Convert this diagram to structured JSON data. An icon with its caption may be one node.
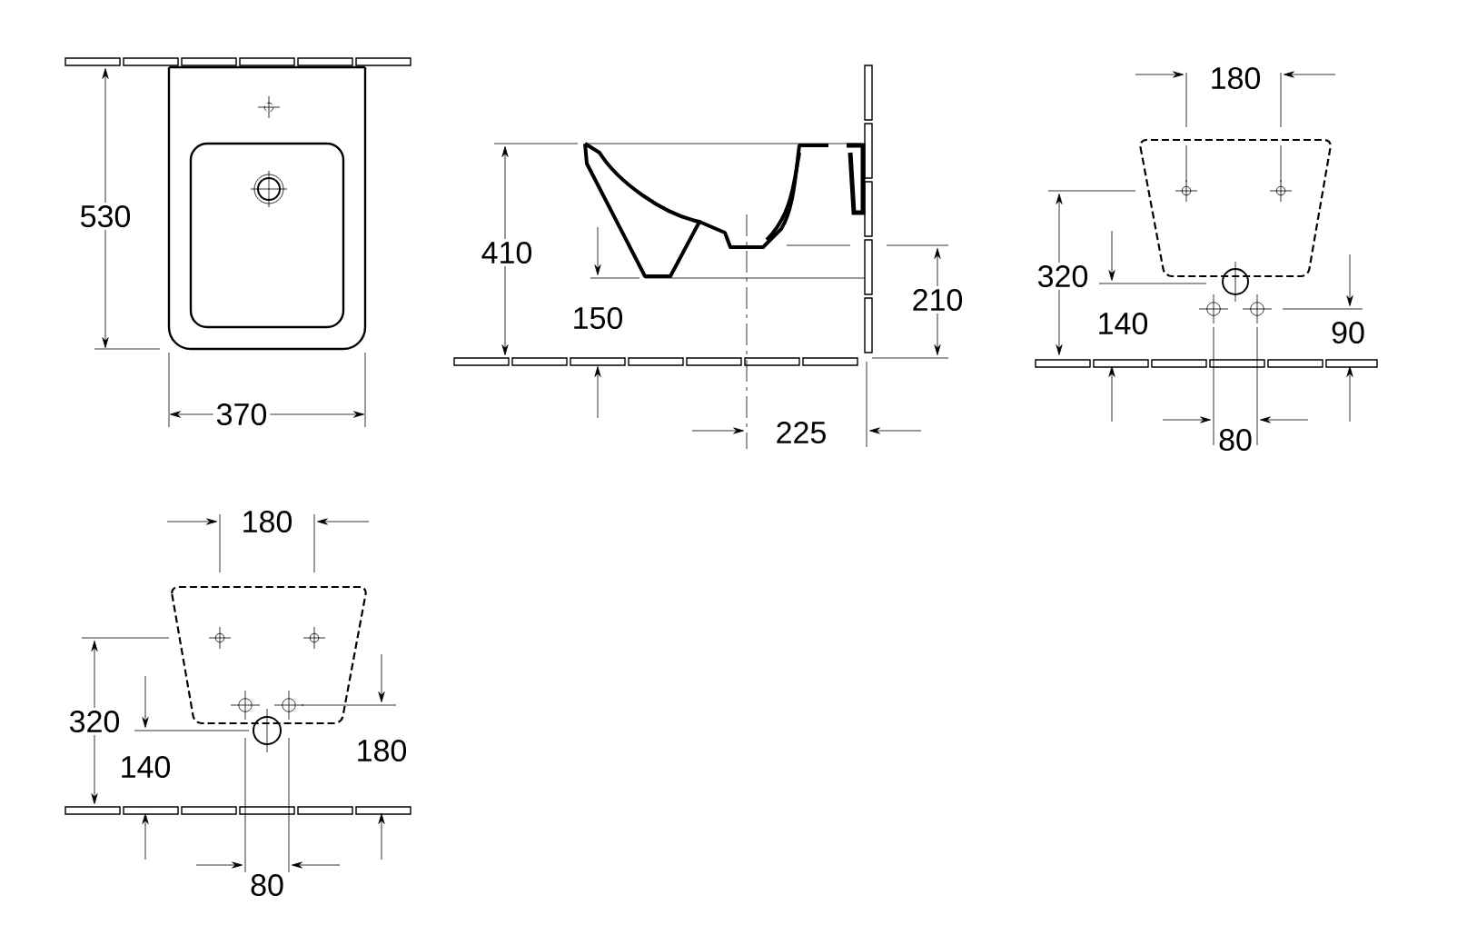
{
  "diagram": {
    "labels": [
      "530",
      "370",
      "410",
      "150",
      "210",
      "225",
      "180",
      "320",
      "140",
      "90",
      "80",
      "180",
      "320",
      "140",
      "180",
      "80"
    ]
  }
}
